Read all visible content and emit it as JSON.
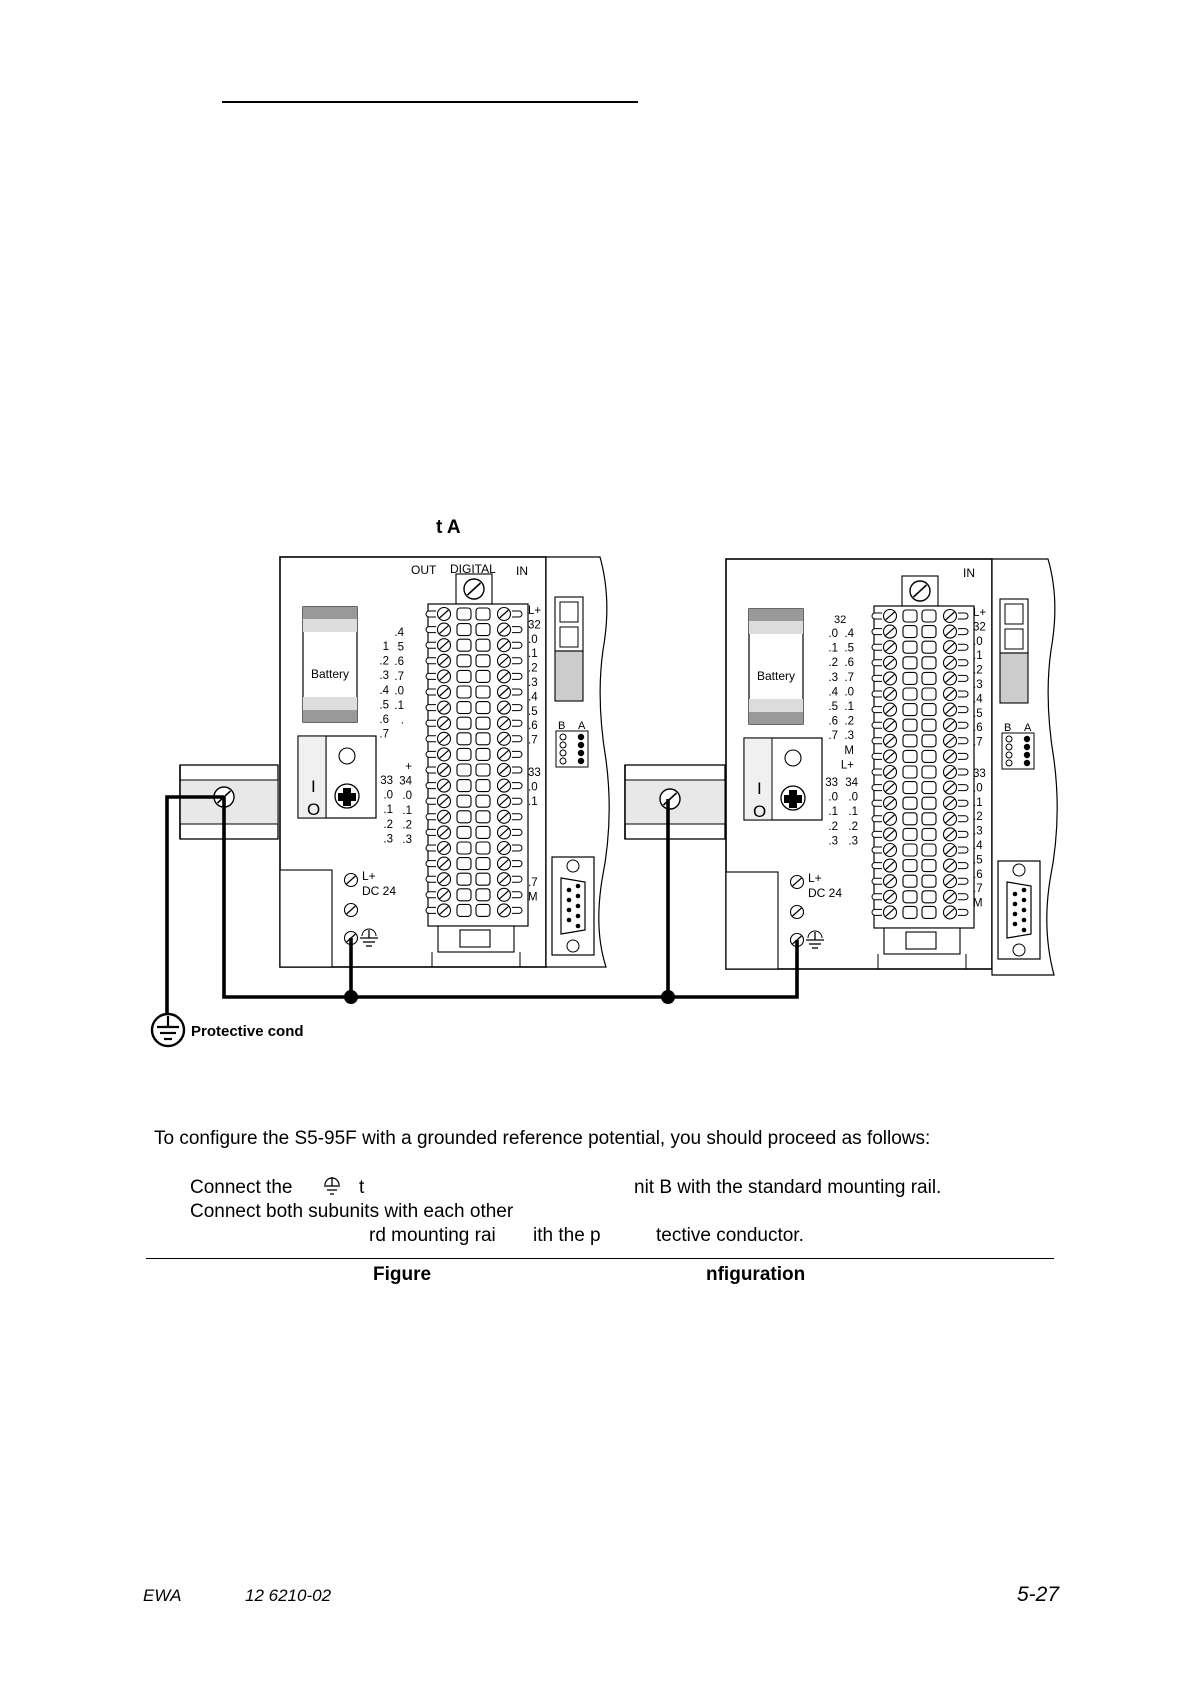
{
  "figure": {
    "subunit_a_label": "t A",
    "subunit_a": {
      "top_labels": [
        "OUT",
        "DIGITAL",
        "IN"
      ],
      "battery": "Battery",
      "switch_on": "I",
      "switch_off": "O",
      "left_col1": [
        "1",
        ".2",
        ".3",
        ".4",
        ".5",
        ".6",
        ".7"
      ],
      "left_col2": [
        ".4",
        "5",
        ".6",
        ".7",
        ".0",
        ".1",
        "."
      ],
      "lower_col1": [
        "33",
        ".0",
        ".1",
        ".2",
        ".3"
      ],
      "lower_col2": [
        "+",
        "34",
        ".0",
        ".1",
        ".2",
        ".3"
      ],
      "right_col": [
        "L+",
        "32",
        ".0",
        ".1",
        ".2",
        ".3",
        ".4",
        ".5",
        ".6",
        ".7"
      ],
      "right_lower": [
        "33",
        ".0",
        ".1"
      ],
      "right_bottom": [
        ".7",
        "M"
      ],
      "supply": [
        "L+",
        "DC 24"
      ],
      "ba": [
        "B",
        "A"
      ]
    },
    "subunit_b": {
      "top_labels": [
        "IN"
      ],
      "battery": "Battery",
      "switch_on": "I",
      "switch_off": "O",
      "left_head": "32",
      "left_col1": [
        ".0",
        ".1",
        ".2",
        ".3",
        ".4",
        ".5",
        ".6",
        ".7"
      ],
      "left_col2": [
        ".4",
        ".5",
        ".6",
        ".7",
        ".0",
        ".1",
        ".2",
        ".3",
        "M",
        "L+"
      ],
      "lower_col1": [
        "33",
        ".0",
        ".1",
        ".2",
        ".3"
      ],
      "lower_col2": [
        "34",
        ".0",
        ".1",
        ".2",
        ".3"
      ],
      "right_col": [
        "L+",
        "32",
        ".0",
        ".1",
        ".2",
        ".3",
        ".4",
        ".5",
        ".6",
        ".7"
      ],
      "right_lower": [
        "33",
        ".0",
        ".1",
        ".2",
        ".3",
        ".4",
        ".5",
        ".6",
        ".7",
        "M"
      ],
      "supply": [
        "L+",
        "DC 24"
      ],
      "ba": [
        "B",
        "A"
      ]
    },
    "protective_label": "Protective cond"
  },
  "text": {
    "intro": "To configure the S5-95F with a grounded reference potential, you should proceed as follows:",
    "step1_a": "Connect the",
    "step1_b": "t",
    "step1_c": "nit B with the standard mounting rail.",
    "step2": "Connect both subunits with each other",
    "step3_a": "rd mounting rai",
    "step3_b": "ith the p",
    "step3_c": "tective conductor.",
    "caption_a": "Figure",
    "caption_b": "nfiguration"
  },
  "footer": {
    "left_a": "EWA",
    "left_b": "12 6210-02",
    "page": "5-27"
  }
}
